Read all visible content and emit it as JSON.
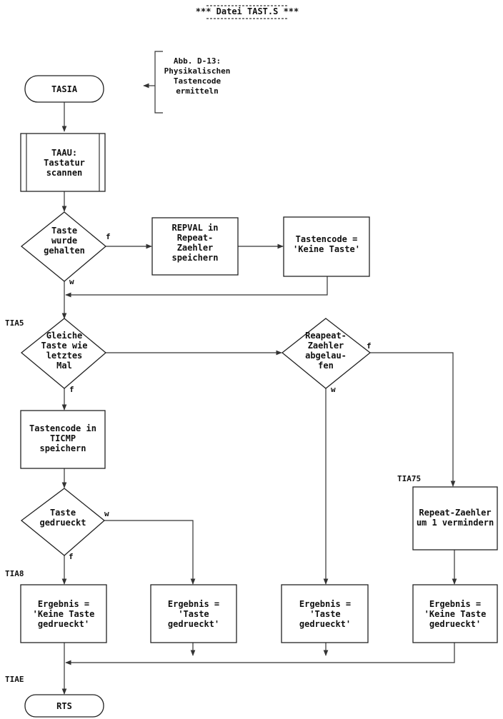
{
  "title": "*** Datei TAST.S ***",
  "note": [
    "Abb. D-13:",
    "Physikalischen",
    "Tastencode",
    "ermitteln"
  ],
  "nodes": {
    "tasia": [
      "TASIA"
    ],
    "taau": [
      "TAAU:",
      "Tastatur",
      "scannen"
    ],
    "taste_gehalten": [
      "Taste",
      "wurde",
      "gehalten"
    ],
    "repval": [
      "REPVAL in",
      "Repeat-",
      "Zaehler",
      "speichern"
    ],
    "tastencode_keine": [
      "Tastencode =",
      "'Keine Taste'"
    ],
    "gleiche_taste": [
      "Gleiche",
      "Taste wie",
      "letztes",
      "Mal"
    ],
    "repeat_abgelaufen": [
      "Reapeat-",
      "Zaehler",
      "abgelau-",
      "fen"
    ],
    "tastencode_ticmp": [
      "Tastencode in",
      "TICMP",
      "speichern"
    ],
    "taste_gedrueckt": [
      "Taste",
      "gedrueckt"
    ],
    "repeat_vermindern": [
      "Repeat-Zaehler",
      "um 1 vermindern"
    ],
    "ergebnis1": [
      "Ergebnis =",
      "'Keine Taste",
      "gedrueckt'"
    ],
    "ergebnis2": [
      "Ergebnis =",
      "'Taste",
      "gedrueckt'"
    ],
    "ergebnis3": [
      "Ergebnis =",
      "'Taste",
      "gedrueckt'"
    ],
    "ergebnis4": [
      "Ergebnis =",
      "'Keine Taste",
      "gedrueckt'"
    ],
    "rts": [
      "RTS"
    ]
  },
  "labels": {
    "tia5": "TIA5",
    "tia75": "TIA75",
    "tia8": "TIA8",
    "tiae": "TIAE"
  },
  "edge_labels": {
    "gehalten_f": "f",
    "gehalten_w": "w",
    "gleiche_f": "f",
    "repeat_f": "f",
    "repeat_w": "w",
    "gedrueckt_w": "w",
    "gedrueckt_f": "f"
  }
}
